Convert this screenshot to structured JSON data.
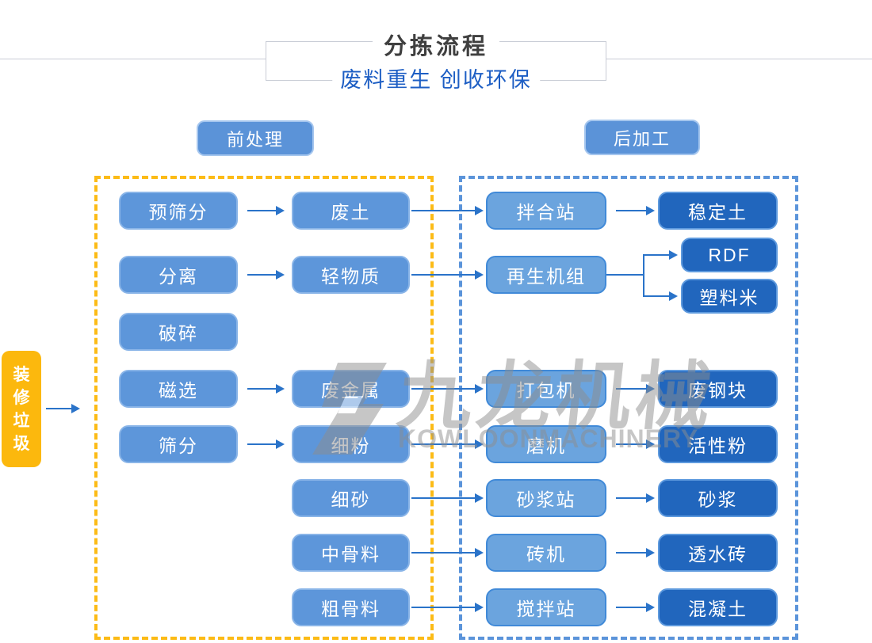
{
  "header": {
    "title": "分拣流程",
    "subtitle": "废料重生 创收环保"
  },
  "sections": {
    "pre_label": "前处理",
    "post_label": "后加工"
  },
  "source_label": "装修垃圾",
  "flow": {
    "rows": [
      {
        "c1": "预筛分",
        "c2": "废土",
        "c3": "拌合站",
        "c4": "稳定土"
      },
      {
        "c1": "分离",
        "c2": "轻物质",
        "c3": "再生机组",
        "c4a": "RDF",
        "c4b": "塑料米"
      },
      {
        "c1": "破碎"
      },
      {
        "c1": "磁选",
        "c2": "废金属",
        "c3": "打包机",
        "c4": "废钢块"
      },
      {
        "c1": "筛分",
        "c2": "细粉",
        "c3": "磨机",
        "c4": "活性粉"
      },
      {
        "c2": "细砂",
        "c3": "砂浆站",
        "c4": "砂浆"
      },
      {
        "c2": "中骨料",
        "c3": "砖机",
        "c4": "透水砖"
      },
      {
        "c2": "粗骨料",
        "c3": "搅拌站",
        "c4": "混凝土"
      }
    ]
  },
  "watermark": {
    "cn": "九龙机械",
    "en": "KOWLOONMACHINERY"
  },
  "colors": {
    "title_text": "#3f3f3f",
    "subtitle_text": "#1d5ec4",
    "node_light": "#5d96da",
    "node_mid": "#6ba4de",
    "node_dark": "#2166bd",
    "source_yellow": "#fcb80d",
    "dash_yellow": "#fcbb16",
    "dash_blue": "#5b94da",
    "arrow_blue": "#2a73c9",
    "header_line": "#c9cdd6",
    "watermark_gray": "#8e8e8e"
  }
}
